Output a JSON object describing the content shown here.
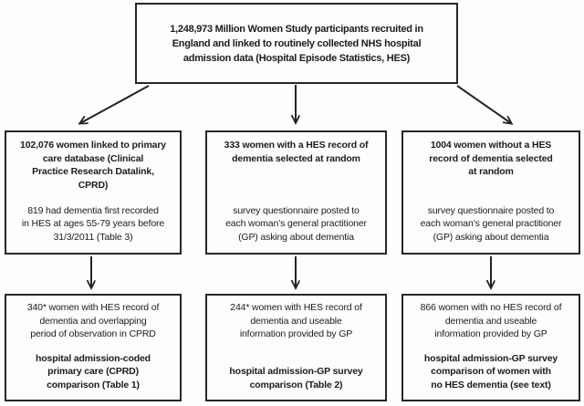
{
  "flowchart": {
    "top_box": {
      "text": "1,248,973 Million Women Study participants recruited in\nEngland and linked to routinely collected NHS hospital\nadmission data (Hospital Episode Statistics, HES)"
    },
    "mid_boxes": [
      {
        "heading": "102,076 women linked to primary\ncare database (Clinical\nPractice Research Datalink,\nCPRD)",
        "body": "819 had dementia first recorded\nin HES at ages 55-79 years before\n31/3/2011 (Table 3)"
      },
      {
        "heading": "333 women with a HES record of\ndementia selected at random",
        "body": "survey questionnaire posted to\neach woman’s general practitioner\n(GP) asking about dementia"
      },
      {
        "heading": "1004 women without a HES\nrecord of dementia selected\nat random",
        "body": "survey questionnaire posted to\neach woman’s general practitioner\n(GP) asking about dementia"
      }
    ],
    "bottom_boxes": [
      {
        "body": "340* women with HES record of\ndementia and overlapping\nperiod of observation in CPRD",
        "emphasis": "hospital admission-coded\nprimary care (CPRD)\ncomparison (Table 1)"
      },
      {
        "body": "244* women with HES record of\ndementia and useable\ninformation provided by GP",
        "emphasis": "hospital admission-GP survey\ncomparison (Table 2)"
      },
      {
        "body": "866 women with no HES record of\ndementia and useable\ninformation provided by GP",
        "emphasis": "hospital admission-GP survey\ncomparison of women with\nno HES dementia (see text)"
      }
    ],
    "colors": {
      "line": "#232323",
      "text": "#1c1c1c",
      "background": "#fefefe"
    }
  }
}
